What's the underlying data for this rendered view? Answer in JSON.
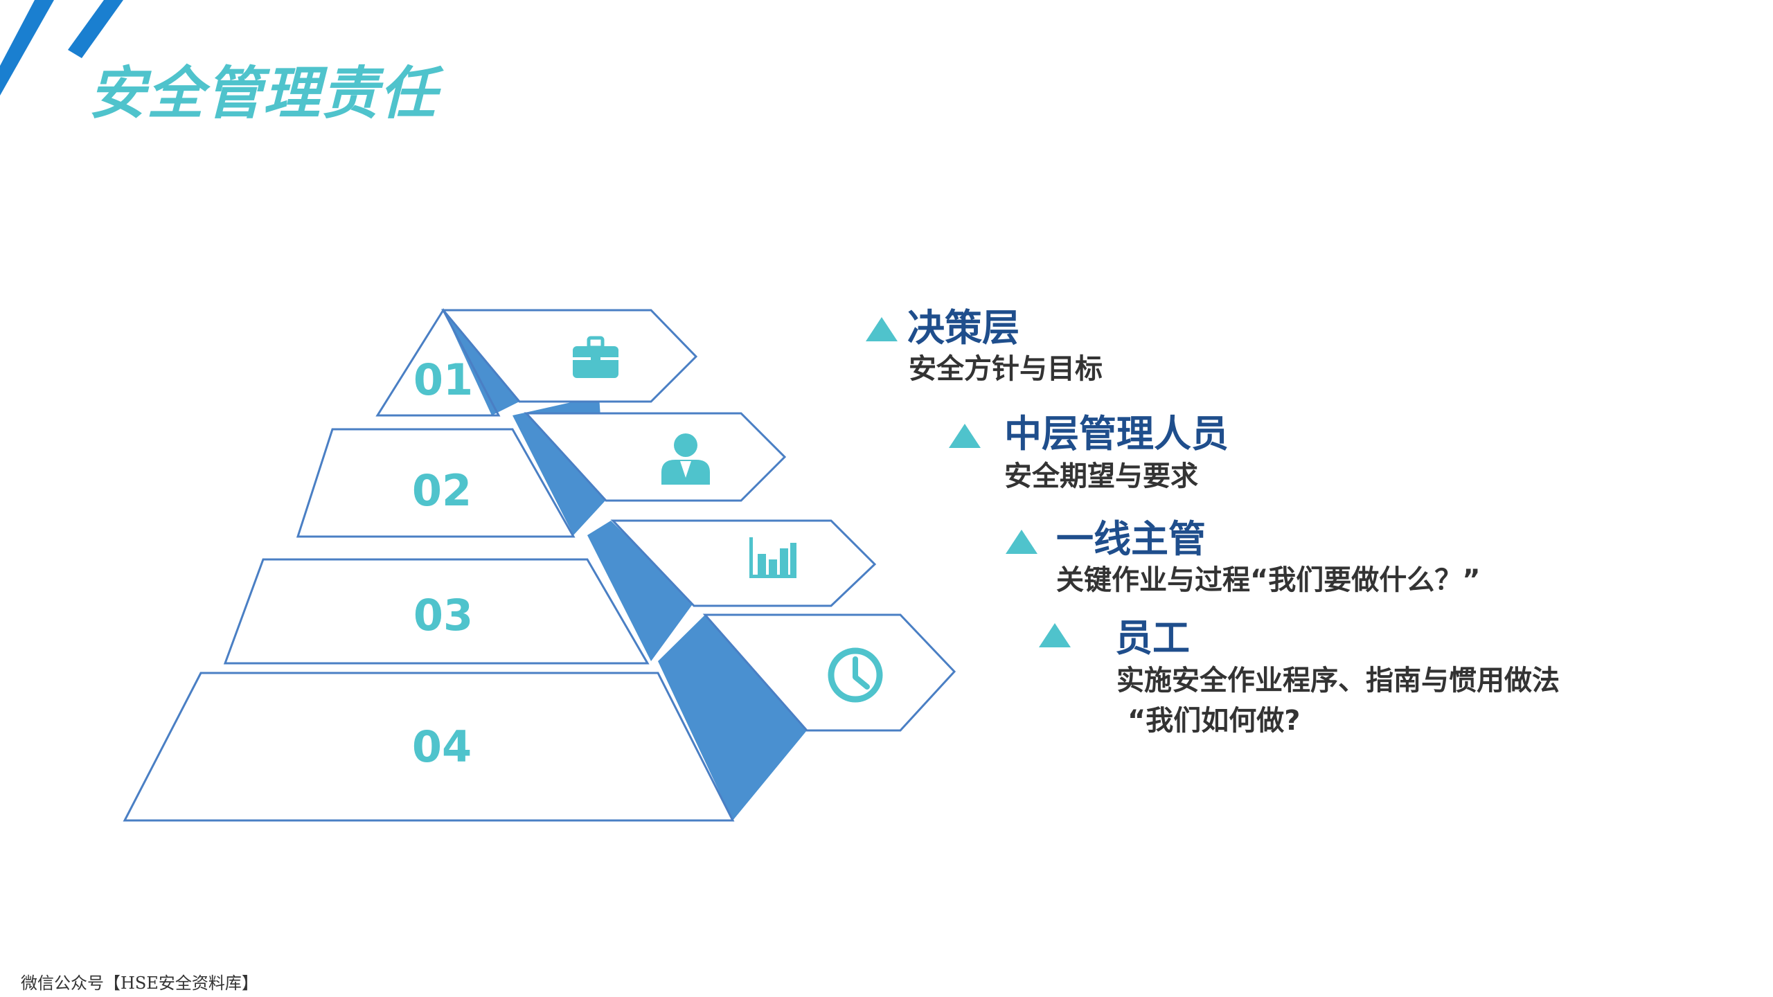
{
  "slide": {
    "title": "安全管理责任",
    "footer": "微信公众号【HSE安全资料库】"
  },
  "colors": {
    "accent_teal": "#4fc3cc",
    "accent_blue": "#4a90d0",
    "outline_blue": "#4a7fc4",
    "deep_blue": "#1f4e8c",
    "corner_stripe": "#1a7fd0"
  },
  "pyramid": {
    "levels": [
      {
        "number": "01",
        "icon": "briefcase-icon"
      },
      {
        "number": "02",
        "icon": "person-icon"
      },
      {
        "number": "03",
        "icon": "bar-chart-icon"
      },
      {
        "number": "04",
        "icon": "clock-icon"
      }
    ]
  },
  "legend": {
    "items": [
      {
        "title": "决策层",
        "desc": [
          "安全方针与目标"
        ]
      },
      {
        "title": "中层管理人员",
        "desc": [
          "安全期望与要求"
        ]
      },
      {
        "title": "一线主管",
        "desc": [
          "关键作业与过程“我们要做什么？”"
        ]
      },
      {
        "title": "员工",
        "desc": [
          "实施安全作业程序、指南与惯用做法",
          "“我们如何做?"
        ]
      }
    ]
  }
}
